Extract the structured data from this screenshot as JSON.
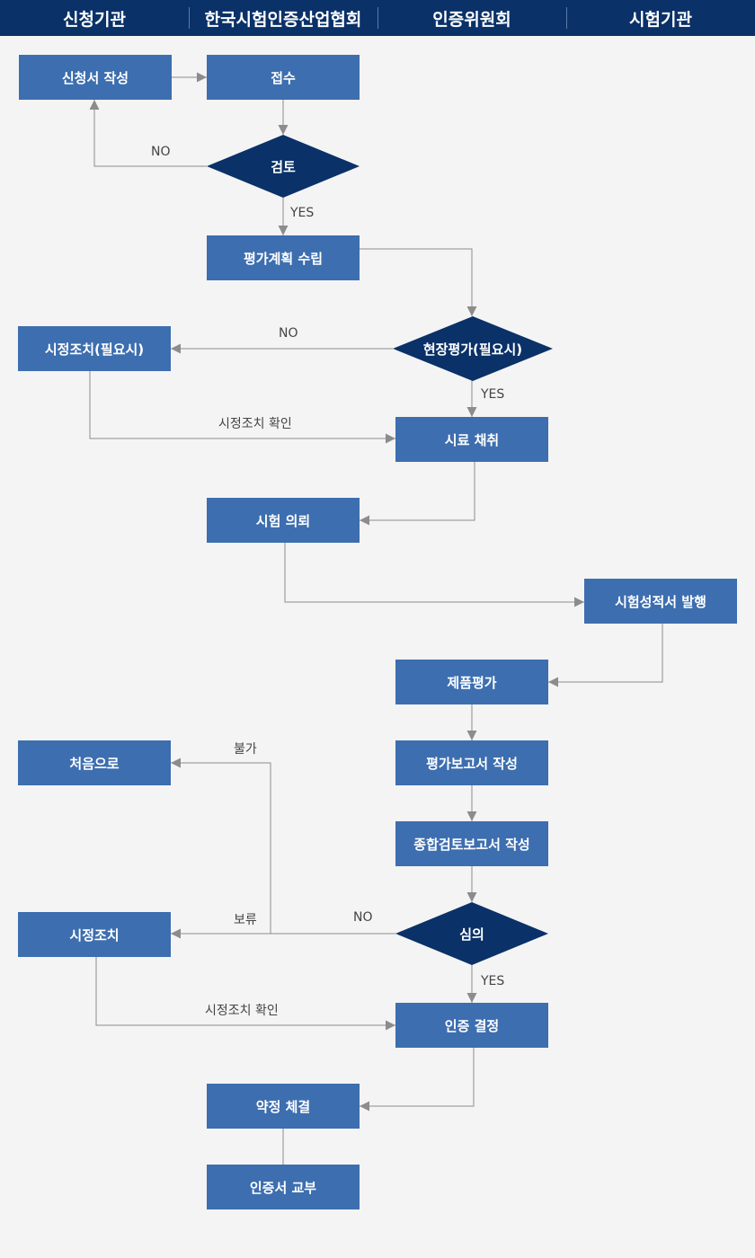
{
  "lanes": [
    "신청기관",
    "한국시험인증산업협회",
    "인증위원회",
    "시험기관"
  ],
  "nodes": {
    "apply": "신청서 작성",
    "receive": "접수",
    "review": "검토",
    "plan": "평가계획 수립",
    "corrective1": "시정조치(필요시)",
    "onsite": "현장평가(필요시)",
    "sampling": "시료 채취",
    "test_request": "시험 의뢰",
    "test_report": "시험성적서 발행",
    "product_eval": "제품평가",
    "eval_report": "평가보고서 작성",
    "summary_report": "종합검토보고서 작성",
    "restart": "처음으로",
    "corrective2": "시정조치",
    "deliberation": "심의",
    "decision": "인증 결정",
    "agreement": "약정 체결",
    "issue": "인증서 교부"
  },
  "labels": {
    "review_no": "NO",
    "review_yes": "YES",
    "onsite_no": "NO",
    "onsite_yes": "YES",
    "corrective1_confirm": "시정조치 확인",
    "rejected": "불가",
    "hold": "보류",
    "delib_no": "NO",
    "delib_yes": "YES",
    "corrective2_confirm": "시정조치 확인"
  },
  "colors": {
    "header": "#0a3168",
    "process": "#3d6eaf",
    "decision": "#0a3168",
    "connector": "#8c8c8c"
  }
}
